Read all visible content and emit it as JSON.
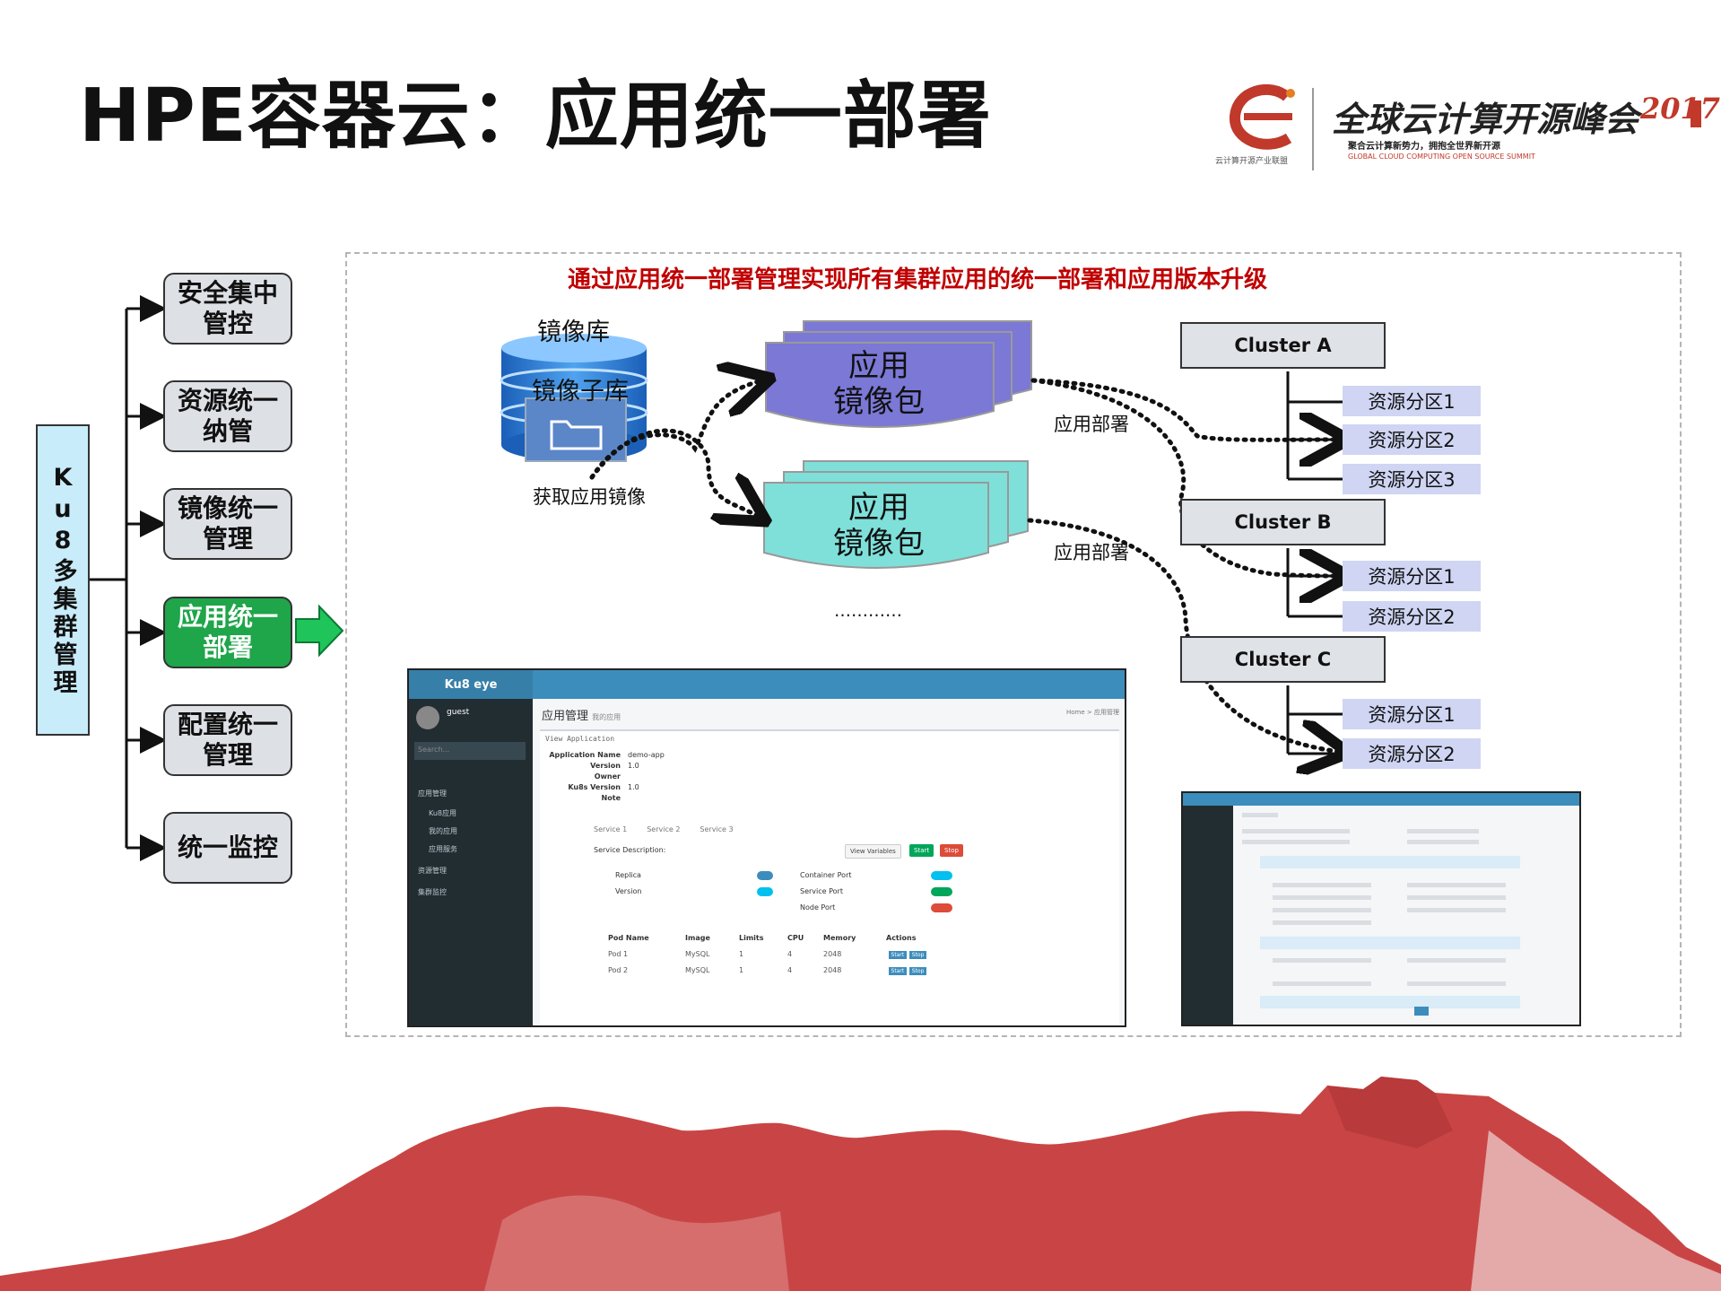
{
  "slide": {
    "title": "HPE容器云：应用统一部署"
  },
  "logo": {
    "org": "云计算开源产业联盟",
    "name": "全球云计算开源峰会",
    "year": "2017",
    "tagline_cn": "聚合云计算新势力，拥抱全世界新开源",
    "tagline_en": "GLOBAL CLOUD COMPUTING OPEN SOURCE SUMMIT"
  },
  "tree": {
    "root": "Ku8多集群管理",
    "nodes": [
      {
        "label": "安全集中管控"
      },
      {
        "label": "资源统一纳管"
      },
      {
        "label": "镜像统一管理"
      },
      {
        "label": "应用统一部署",
        "active": true
      },
      {
        "label": "配置统一管理"
      },
      {
        "label": "统一监控"
      }
    ]
  },
  "diagram": {
    "headline": "通过应用统一部署管理实现所有集群应用的统一部署和应用版本升级",
    "repo": "镜像库",
    "subrepo": "镜像子库",
    "fetch": "获取应用镜像",
    "package1": "应用 镜像包",
    "package2": "应用 镜像包",
    "deploy1": "应用部署",
    "deploy2": "应用部署",
    "ellipsis": "…………",
    "clusters": [
      {
        "name": "Cluster A",
        "partitions": [
          "资源分区1",
          "资源分区2",
          "资源分区3"
        ]
      },
      {
        "name": "Cluster B",
        "partitions": [
          "资源分区1",
          "资源分区2"
        ]
      },
      {
        "name": "Cluster C",
        "partitions": [
          "资源分区1",
          "资源分区2"
        ]
      }
    ],
    "colors": {
      "package1": "#7b78d6",
      "package2": "#7fe0da",
      "active_node": "#1fa54a",
      "headline": "#c00000",
      "mountain": "#c94545"
    }
  },
  "screenshot": {
    "brand": "Ku8 eye",
    "user": "guest",
    "search": "Search...",
    "menu": [
      "应用管理",
      "Ku8应用",
      "我的应用",
      "应用服务",
      "资源管理",
      "集群监控"
    ],
    "page_title": "应用管理",
    "page_sub": "我的应用",
    "crumb": "Home > 应用管理",
    "box_title": "View Application",
    "fields": [
      {
        "k": "Application Name",
        "v": "demo-app"
      },
      {
        "k": "Version",
        "v": "1.0"
      },
      {
        "k": "Owner",
        "v": ""
      },
      {
        "k": "Ku8s Version",
        "v": "1.0"
      },
      {
        "k": "Note",
        "v": ""
      }
    ],
    "tabs": [
      "Service 1",
      "Service 2",
      "Service 3"
    ],
    "service_desc": "Service Description:",
    "view_vars": "View Variables",
    "start": "Start",
    "stop": "Stop",
    "replica": "Replica",
    "version": "Version",
    "container_port": "Container Port",
    "service_port": "Service Port",
    "node_port": "Node Port",
    "table_headers": [
      "Pod Name",
      "Image",
      "Limits",
      "CPU",
      "Memory",
      "Actions"
    ],
    "rows": [
      [
        "Pod 1",
        "MySQL",
        "1",
        "4",
        "2048"
      ],
      [
        "Pod 2",
        "MySQL",
        "1",
        "4",
        "2048"
      ]
    ]
  }
}
